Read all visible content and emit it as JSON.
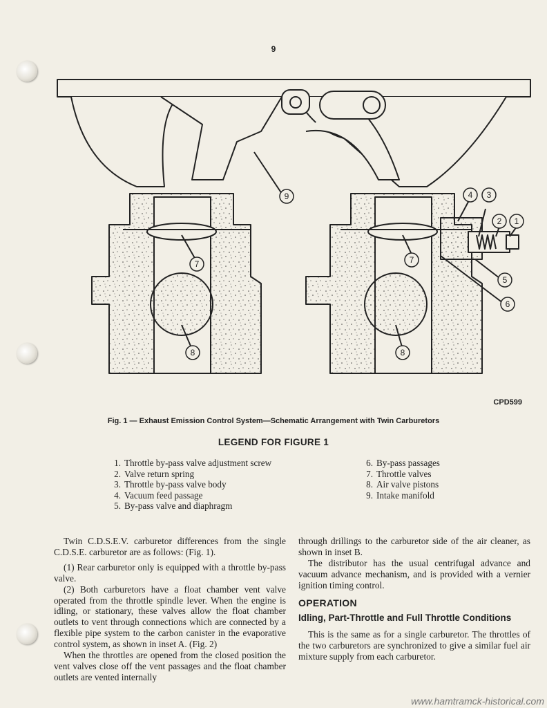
{
  "page_number": "9",
  "figure": {
    "code": "CPD599",
    "caption": "Fig. 1 — Exhaust Emission Control System—Schematic Arrangement with Twin Carburetors",
    "callouts": [
      "1",
      "2",
      "3",
      "4",
      "5",
      "6",
      "7",
      "7",
      "8",
      "8",
      "9"
    ]
  },
  "legend": {
    "title": "LEGEND FOR FIGURE 1",
    "left_items": [
      {
        "num": "1.",
        "text": "Throttle by-pass valve adjustment screw"
      },
      {
        "num": "2.",
        "text": "Valve return spring"
      },
      {
        "num": "3.",
        "text": "Throttle by-pass valve body"
      },
      {
        "num": "4.",
        "text": "Vacuum feed passage"
      },
      {
        "num": "5.",
        "text": "By-pass valve and diaphragm"
      }
    ],
    "right_items": [
      {
        "num": "6.",
        "text": "By-pass passages"
      },
      {
        "num": "7.",
        "text": "Throttle valves"
      },
      {
        "num": "8.",
        "text": "Air valve pistons"
      },
      {
        "num": "9.",
        "text": "Intake manifold"
      }
    ]
  },
  "body": {
    "left": {
      "p1": "Twin C.D.S.E.V. carburetor differences from the single C.D.S.E. carburetor are as follows: (Fig. 1).",
      "p2": "(1) Rear carburetor only is equipped with a throttle by-pass valve.",
      "p3": "(2) Both carburetors have a float chamber vent valve operated from the throttle spindle lever. When the engine is idling, or stationary, these valves allow the float chamber outlets to vent through connections which are connected by a flexible pipe system to the carbon canister in the evaporative control system, as shown in inset A. (Fig. 2)",
      "p4": "When the throttles are opened from the closed position the vent valves close off the vent passages and the float chamber outlets are vented internally"
    },
    "right": {
      "p1": "through drillings to the carburetor side of the air cleaner, as shown in inset B.",
      "p2": "The distributor has the usual centrifugal advance and vacuum advance mechanism, and is provided with a vernier ignition timing control.",
      "heading": "OPERATION",
      "subheading": "Idling, Part-Throttle and Full Throttle Conditions",
      "p3": "This is the same as for a single carburetor. The throttles of the two carburetors are synchronized to give a similar fuel air mixture supply from each carburetor."
    }
  },
  "watermark": "www.hamtramck-historical.com"
}
